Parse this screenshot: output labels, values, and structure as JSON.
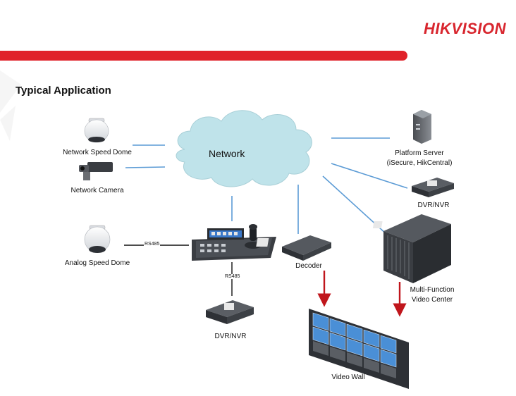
{
  "header": {
    "logo_text": "HIKVISION",
    "title": "Typical Application"
  },
  "colors": {
    "brand_red": "#e0222a",
    "link_blue": "#5b9bd5",
    "arrow_red": "#c0161c",
    "cloud_fill": "#bfe3ea"
  },
  "nodes": {
    "network": "Network",
    "network_speed_dome": "Network Speed Dome",
    "network_camera": "Network Camera",
    "analog_speed_dome": "Analog Speed Dome",
    "platform_server_line1": "Platform Server",
    "platform_server_line2": "(iSecure, HikCentral)",
    "dvr_nvr_right": "DVR/NVR",
    "multi_function_line1": "Multi-Function",
    "multi_function_line2": "Video Center",
    "decoder": "Decoder",
    "video_wall": "Video Wall",
    "dvr_nvr_bottom": "DVR/NVR"
  },
  "links": {
    "rs485_left": "RS485",
    "rs485_bottom": "RS485"
  }
}
